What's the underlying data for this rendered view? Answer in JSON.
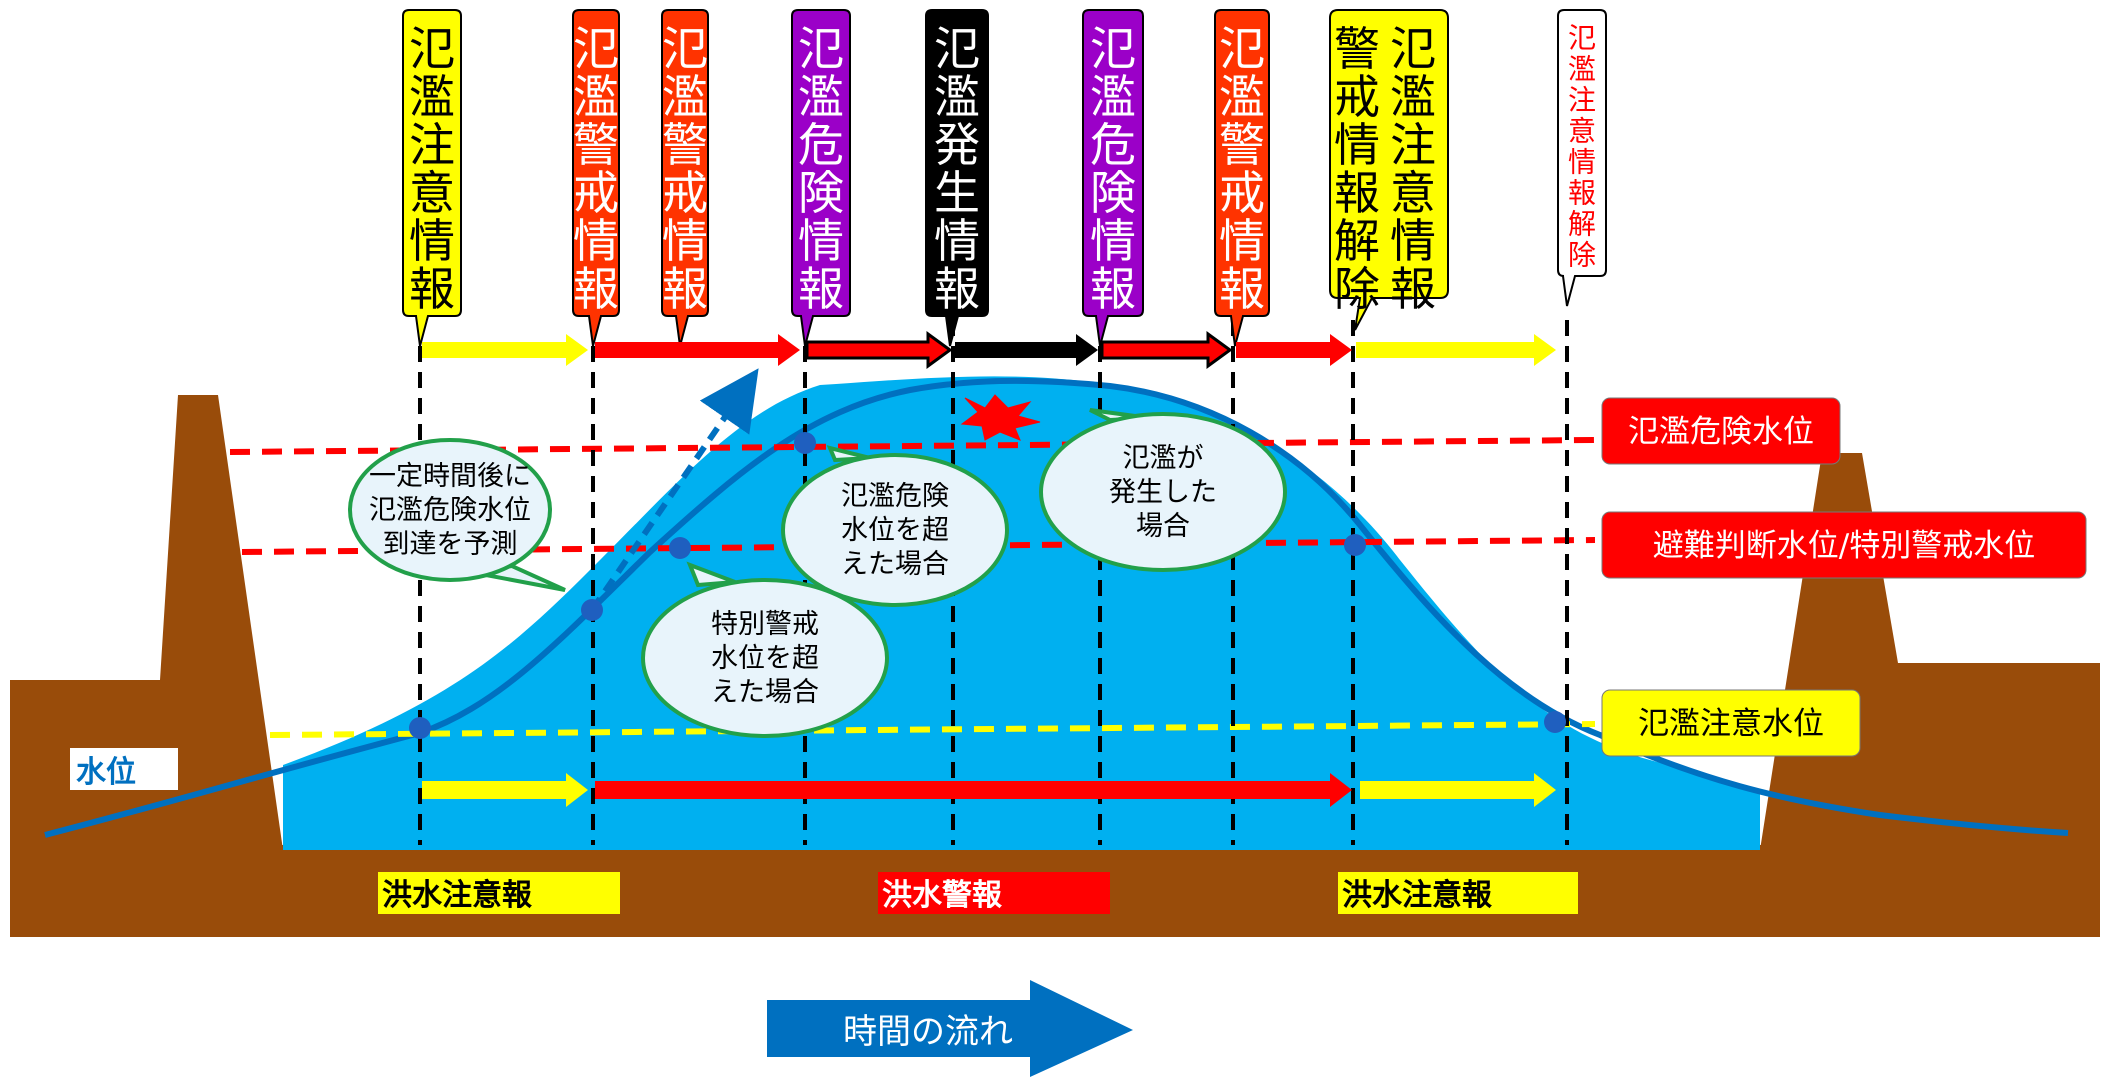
{
  "bulletins": [
    {
      "label": "氾濫注意情報",
      "fill": "#ffff00",
      "text_color": "#000000"
    },
    {
      "label": "氾濫警戒情報",
      "fill": "#ff3300",
      "text_color": "#ffffff"
    },
    {
      "label": "氾濫警戒情報",
      "fill": "#ff3300",
      "text_color": "#ffffff"
    },
    {
      "label": "氾濫危険情報",
      "fill": "#9b00c8",
      "text_color": "#ffffff"
    },
    {
      "label": "氾濫発生情報",
      "fill": "#000000",
      "text_color": "#ffffff"
    },
    {
      "label": "氾濫危険情報",
      "fill": "#9b00c8",
      "text_color": "#ffffff"
    },
    {
      "label": "氾濫警戒情報",
      "fill": "#ff3300",
      "text_color": "#ffffff"
    },
    {
      "label": "警戒情報解除",
      "fill": "#ffff00",
      "text_color": "#000000"
    },
    {
      "label": "氾濫注意情報",
      "fill": "#ffff00",
      "text_color": "#000000"
    },
    {
      "label": "氾濫注意情報解除",
      "fill": "#ffffff",
      "text_color": "#ff0000"
    }
  ],
  "levels": [
    {
      "label": "氾濫危険水位",
      "fill": "#ff0000",
      "text_color": "#ffffff",
      "line_color": "#ff0000"
    },
    {
      "label": "避難判断水位/特別警戒水位",
      "fill": "#ff0000",
      "text_color": "#ffffff",
      "line_color": "#ff0000"
    },
    {
      "label": "氾濫注意水位",
      "fill": "#ffff00",
      "text_color": "#000000",
      "line_color": "#ffff00"
    }
  ],
  "callouts": [
    {
      "lines": [
        "一定時間後に",
        "氾濫危険水位",
        "到達を予測"
      ]
    },
    {
      "lines": [
        "氾濫危険",
        "水位を超",
        "えた場合"
      ]
    },
    {
      "lines": [
        "氾濫が",
        "発生した",
        "場合"
      ]
    },
    {
      "lines": [
        "特別警戒",
        "水位を超",
        "えた場合"
      ]
    }
  ],
  "water_level_label": "水位",
  "forecasts": [
    {
      "label": "洪水注意報",
      "fill": "#ffff00",
      "text_color": "#000000"
    },
    {
      "label": "洪水警報",
      "fill": "#ff0000",
      "text_color": "#ffffff"
    },
    {
      "label": "洪水注意報",
      "fill": "#ffff00",
      "text_color": "#000000"
    }
  ],
  "time_arrow_label": "時間の流れ",
  "colors": {
    "ground": "#994c0a",
    "water": "#00b0f0",
    "water_line": "#0070c0",
    "callout_fill": "#e8f4fb",
    "callout_border": "#22a04a",
    "time_arrow": "#0070c0"
  }
}
